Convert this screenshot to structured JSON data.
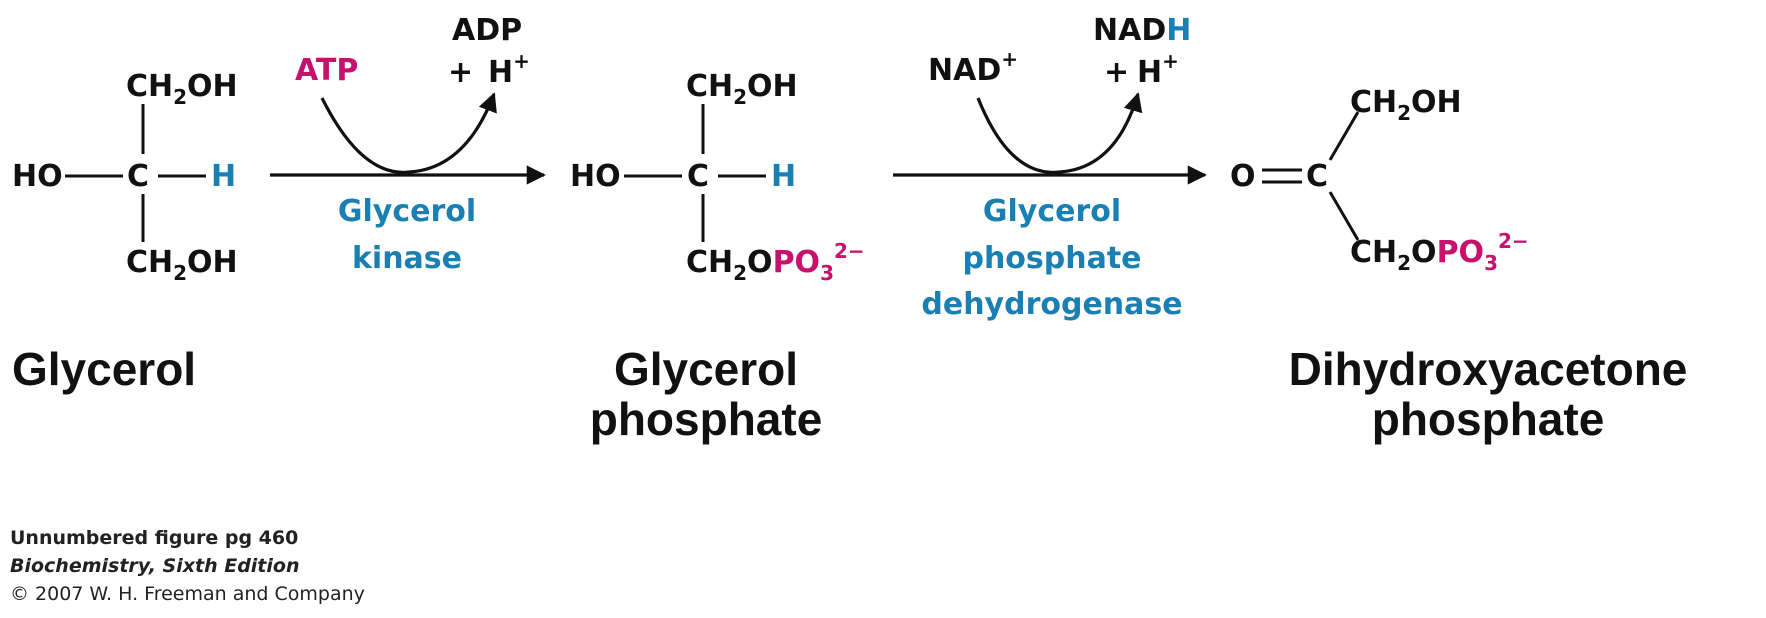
{
  "colors": {
    "text": "#111111",
    "blue": "#1a7fb3",
    "magenta": "#c8106e"
  },
  "glycerol": {
    "top_group": {
      "main": "CH",
      "sub": "2",
      "rest": "OH"
    },
    "left": "HO",
    "center": "C",
    "right": "H",
    "bottom_group": {
      "main": "CH",
      "sub": "2",
      "rest": "OH"
    },
    "name": "Glycerol"
  },
  "reaction1": {
    "reactant": "ATP",
    "product_line1": "ADP",
    "product_plus": "+",
    "product_h": "H",
    "product_h_sup": "+",
    "enzyme_line1": "Glycerol",
    "enzyme_line2": "kinase"
  },
  "glycerol_phosphate": {
    "top_group": {
      "main": "CH",
      "sub": "2",
      "rest": "OH"
    },
    "left": "HO",
    "center": "C",
    "right": "H",
    "bottom_group": {
      "main": "CH",
      "sub": "2",
      "o": "O",
      "po": "PO",
      "po_sub": "3",
      "po_sup": "2−"
    },
    "name_line1": "Glycerol",
    "name_line2": "phosphate"
  },
  "reaction2": {
    "reactant": "NAD",
    "reactant_sup": "+",
    "product_nad": "NAD",
    "product_h_blue": "H",
    "product_plus": "+",
    "product_h": "H",
    "product_h_sup": "+",
    "enzyme_line1": "Glycerol",
    "enzyme_line2": "phosphate",
    "enzyme_line3": "dehydrogenase"
  },
  "dhap": {
    "o": "O",
    "center": "C",
    "top_group": {
      "main": "CH",
      "sub": "2",
      "rest": "OH"
    },
    "bottom_group": {
      "main": "CH",
      "sub": "2",
      "o": "O",
      "po": "PO",
      "po_sub": "3",
      "po_sup": "2−"
    },
    "name_line1": "Dihydroxyacetone",
    "name_line2": "phosphate"
  },
  "credit": {
    "line1": "Unnumbered figure pg 460",
    "line2": "Biochemistry, Sixth Edition",
    "line3": "© 2007 W. H. Freeman and Company"
  }
}
